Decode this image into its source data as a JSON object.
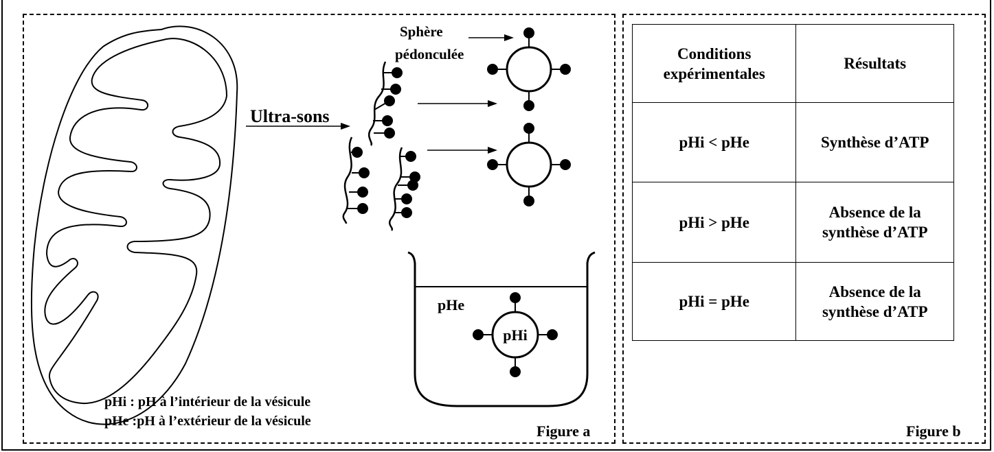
{
  "figure_a": {
    "label": "Figure a",
    "sphere_label_line1": "Sphère",
    "sphere_label_line2": "pédonculée",
    "ultrasound_label": "Ultra-sons",
    "phe_label": "pHe",
    "phi_label": "pHi",
    "legend_phi": "pHi : pH à l’intérieur de la vésicule",
    "legend_phe": "pHe :pH à l’extérieur de la vésicule"
  },
  "figure_b": {
    "label": "Figure b",
    "headers": [
      "Conditions expérimentales",
      "Résultats"
    ],
    "rows": [
      {
        "condition": "pHi < pHe",
        "result": "Synthèse d’ATP"
      },
      {
        "condition": "pHi > pHe",
        "result": "Absence de la synthèse d’ATP"
      },
      {
        "condition": "pHi = pHe",
        "result": "Absence de la synthèse d’ATP"
      }
    ]
  }
}
